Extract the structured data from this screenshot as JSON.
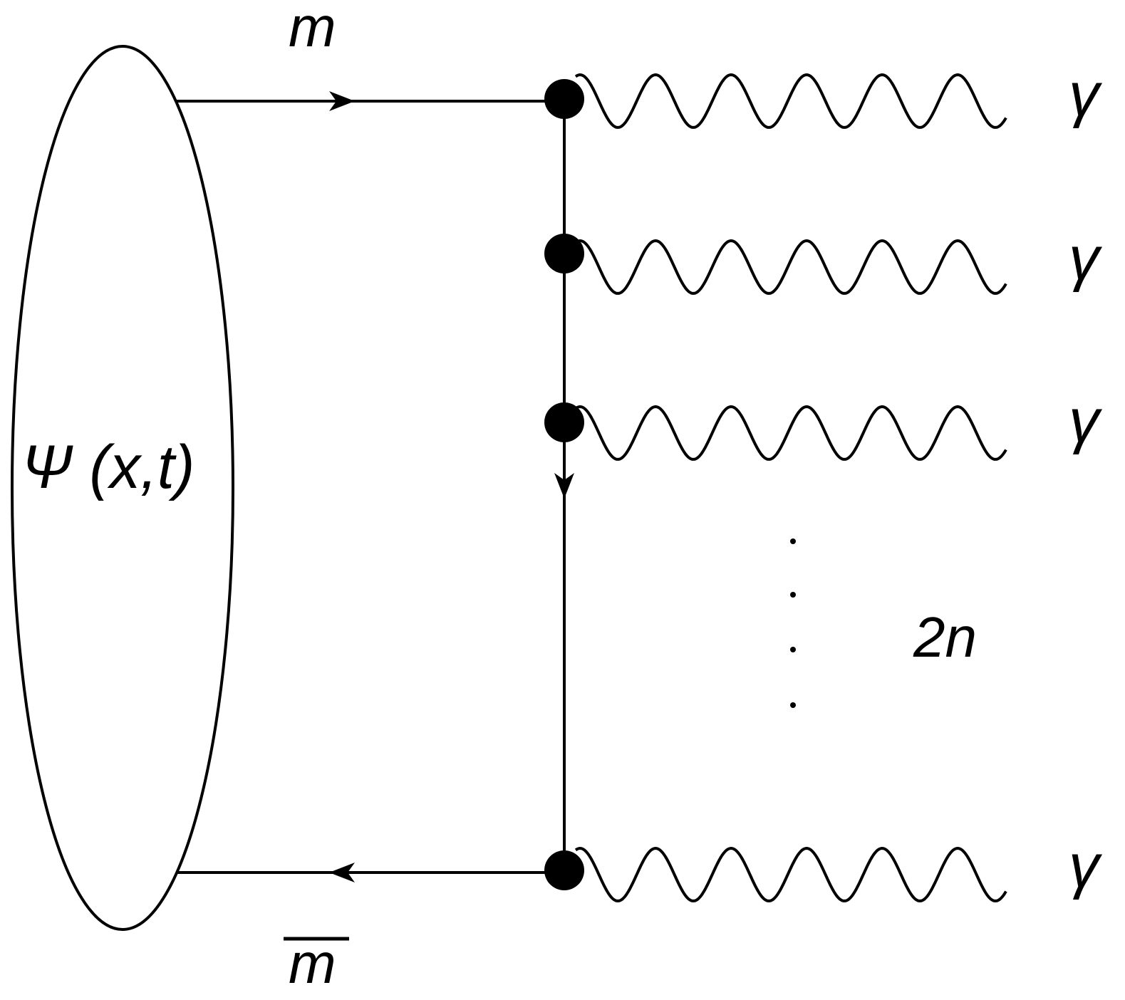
{
  "labels": {
    "top_particle": "m",
    "bottom_particle": "m",
    "wavefunction": "Ψ (x,t)",
    "count": "2n"
  },
  "photons": [
    {
      "label": "γ"
    },
    {
      "label": "γ"
    },
    {
      "label": "γ"
    },
    {
      "label": "γ"
    }
  ],
  "colors": {
    "ink": "#000000",
    "background": "#ffffff"
  }
}
